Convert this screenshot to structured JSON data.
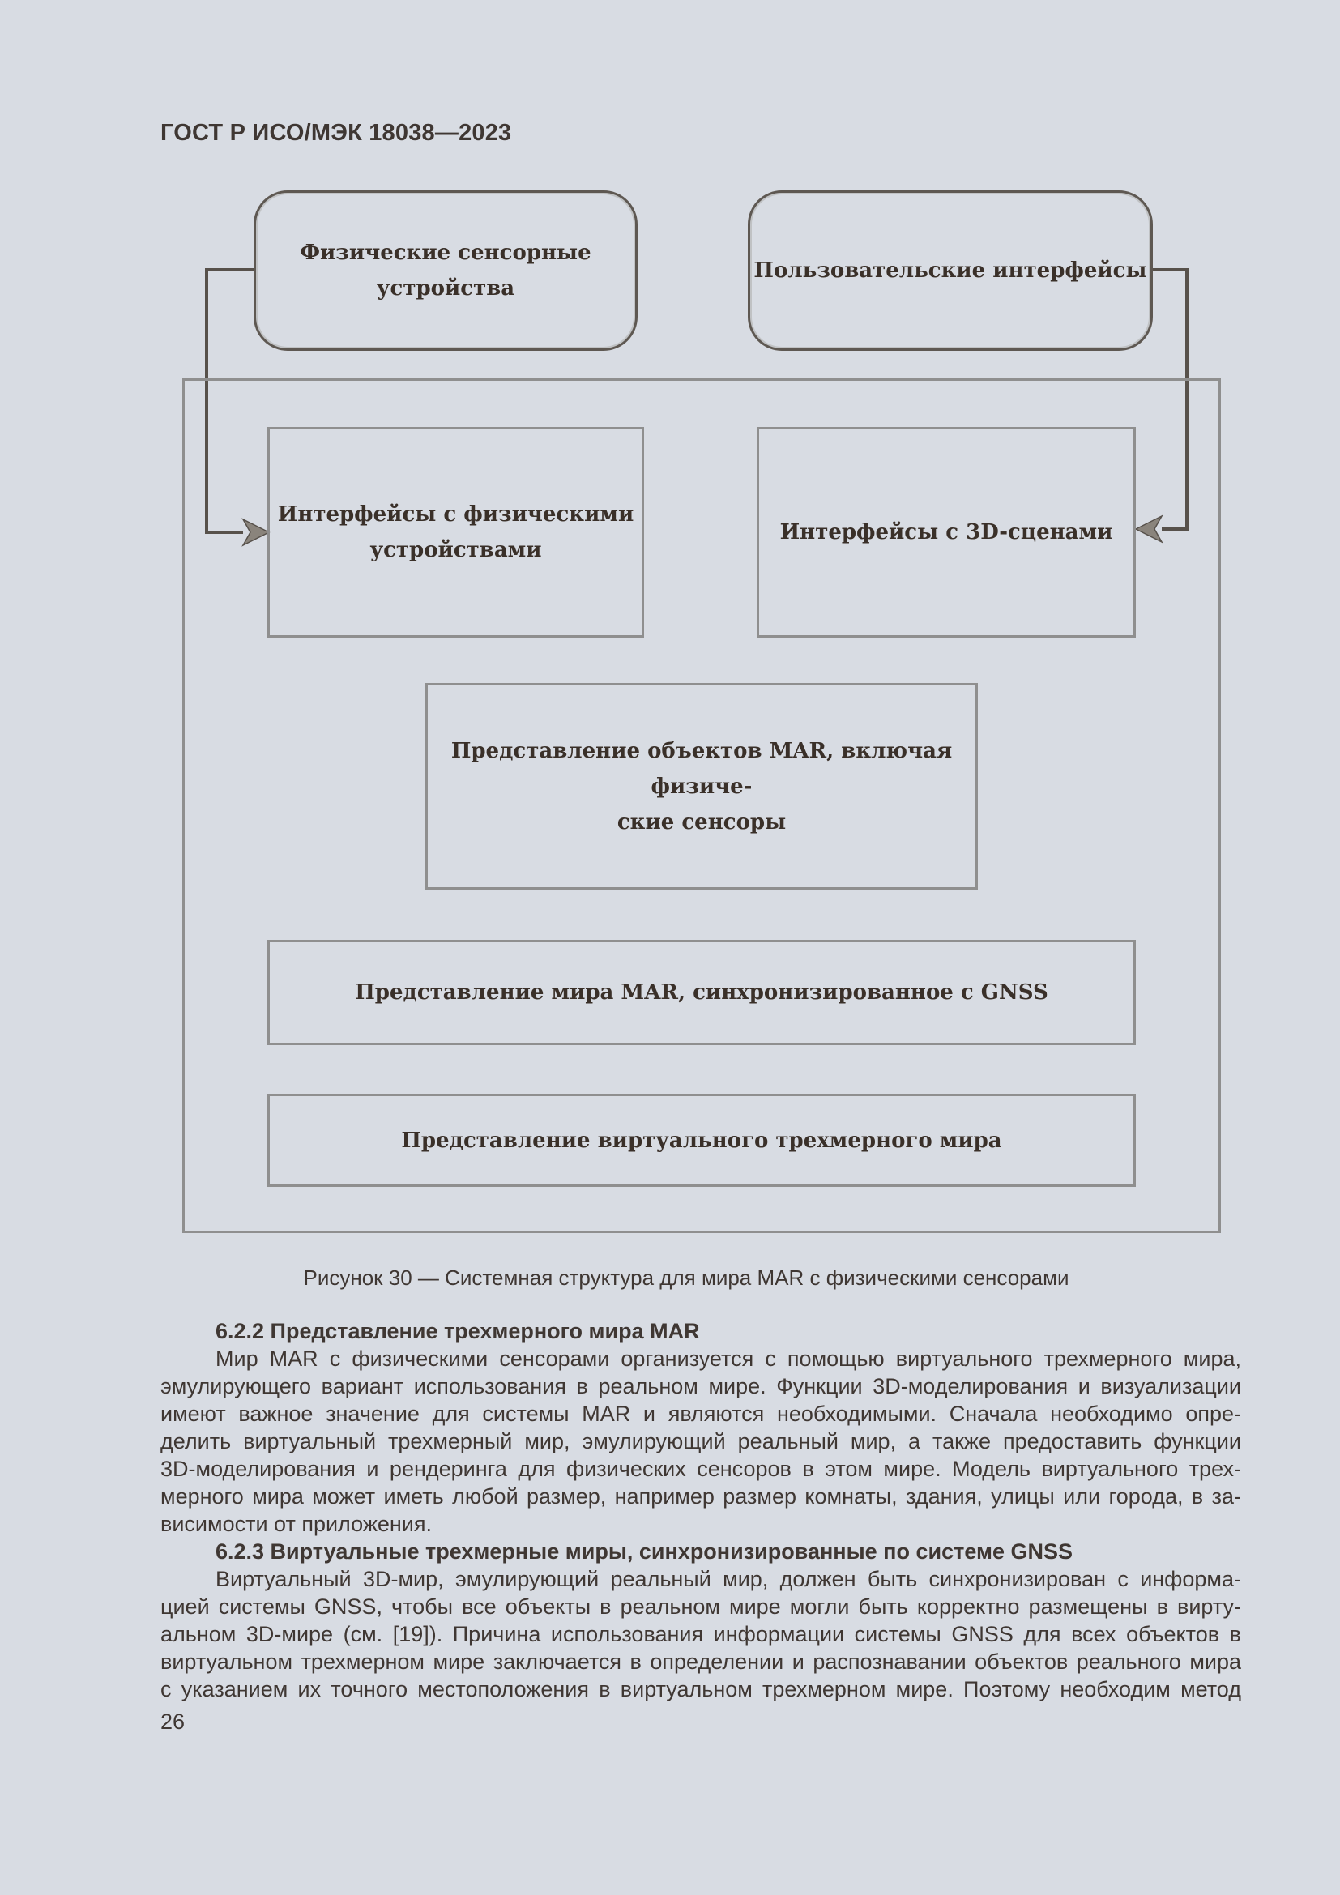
{
  "page": {
    "header": "ГОСТ Р ИСО/МЭК 18038—2023",
    "page_number": "26"
  },
  "colors": {
    "page_background": "#d8dce3",
    "text": "#3f3733",
    "diagram_label_text": "#3a3029",
    "box_border_gray": "#8f8f8f",
    "rounded_box_border": "#5e5852",
    "connector_line": "#57514b",
    "arrowhead_fill": "#8a847c"
  },
  "figure": {
    "caption": "Рисунок 30 — Системная структура для мира MAR с физическими сенсорами",
    "boxes": {
      "physical_sensor_devices": "Физические сенсорные устройства",
      "user_interfaces": "Пользовательские интерфейсы",
      "physical_device_interfaces_line1": "Интерфейсы с физическими",
      "physical_device_interfaces_line2": "устройствами",
      "scene_3d_interfaces": "Интерфейсы с 3D-сценами",
      "mar_objects_line1": "Представление объектов MAR, включая физиче-",
      "mar_objects_line2": "ские сенсоры",
      "mar_world_gnss": "Представление мира MAR, синхронизированное с GNSS",
      "virtual_3d_world": "Представление виртуального трехмерного мира"
    }
  },
  "sections": [
    {
      "heading": "6.2.2 Представление трехмерного мира MAR",
      "lines": [
        "Мир MAR с физическими сенсорами организуется с помощью виртуального трехмерного мира,",
        "эмулирующего вариант использования в реальном мире. Функции 3D-моделирования и визуализации",
        "имеют важное значение для системы MAR и являются необходимыми. Сначала необходимо опре-",
        "делить виртуальный трехмерный мир, эмулирующий реальный мир, а также предоставить функции",
        "3D-моделирования и рендеринга для физических сенсоров в этом мире. Модель виртуального трех-",
        "мерного мира может иметь любой размер, например размер комнаты, здания, улицы или города, в за-",
        "висимости от приложения."
      ]
    },
    {
      "heading": "6.2.3 Виртуальные трехмерные миры, синхронизированные по системе GNSS",
      "lines": [
        "Виртуальный 3D-мир, эмулирующий реальный мир, должен быть синхронизирован с информа-",
        "цией системы GNSS, чтобы все объекты в реальном мире могли быть корректно размещены в вирту-",
        "альном 3D-мире (см. [19]). Причина использования информации системы GNSS для всех объектов в",
        "виртуальном трехмерном мире заключается в определении и распознавании объектов реального мира",
        "с указанием их точного местоположения в виртуальном трехмерном мире. Поэтому необходим метод"
      ]
    }
  ]
}
